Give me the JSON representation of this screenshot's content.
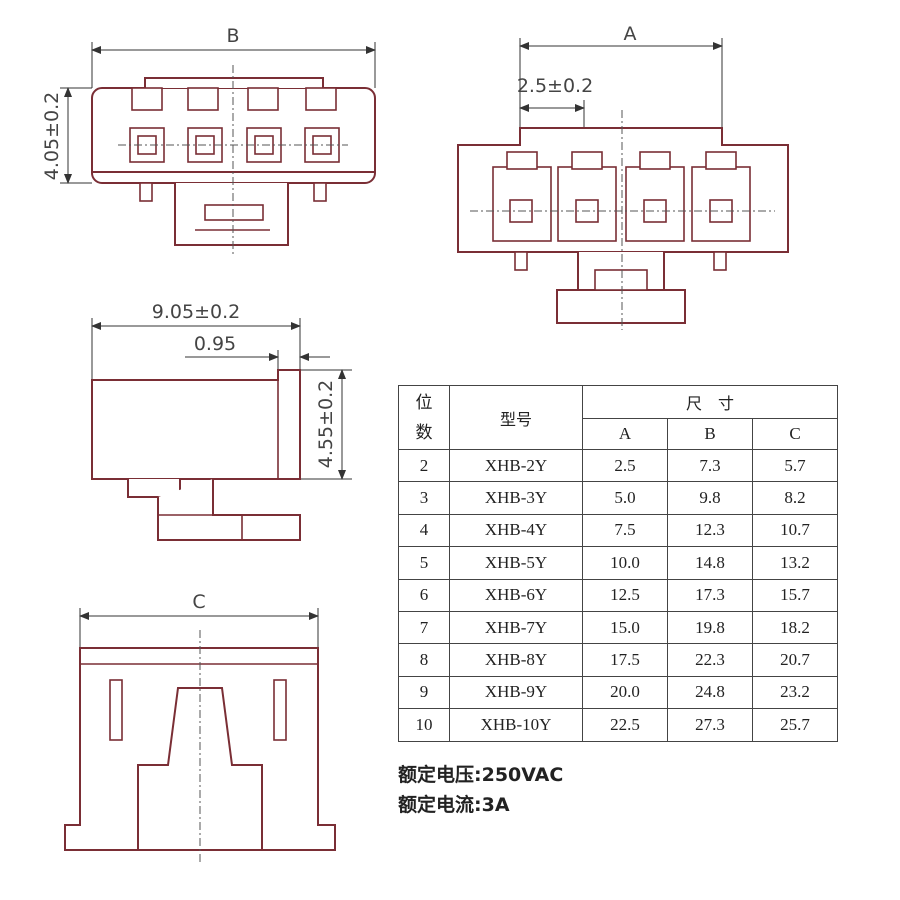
{
  "top_view": {
    "dim_b": "B",
    "dim_height": "4.05±0.2"
  },
  "front_view": {
    "dim_a": "A",
    "dim_pitch": "2.5±0.2"
  },
  "side_view": {
    "dim_depth": "9.05±0.2",
    "dim_offset": "0.95",
    "dim_height": "4.55±0.2"
  },
  "bottom_view": {
    "dim_c": "C"
  },
  "table": {
    "header_pins": [
      "位",
      "数"
    ],
    "header_model": "型号",
    "header_dimensions": "尺　寸",
    "header_cols": [
      "A",
      "B",
      "C"
    ],
    "rows": [
      {
        "pins": "2",
        "model": "XHB-2Y",
        "a": "2.5",
        "b": "7.3",
        "c": "5.7"
      },
      {
        "pins": "3",
        "model": "XHB-3Y",
        "a": "5.0",
        "b": "9.8",
        "c": "8.2"
      },
      {
        "pins": "4",
        "model": "XHB-4Y",
        "a": "7.5",
        "b": "12.3",
        "c": "10.7"
      },
      {
        "pins": "5",
        "model": "XHB-5Y",
        "a": "10.0",
        "b": "14.8",
        "c": "13.2"
      },
      {
        "pins": "6",
        "model": "XHB-6Y",
        "a": "12.5",
        "b": "17.3",
        "c": "15.7"
      },
      {
        "pins": "7",
        "model": "XHB-7Y",
        "a": "15.0",
        "b": "19.8",
        "c": "18.2"
      },
      {
        "pins": "8",
        "model": "XHB-8Y",
        "a": "17.5",
        "b": "22.3",
        "c": "20.7"
      },
      {
        "pins": "9",
        "model": "XHB-9Y",
        "a": "20.0",
        "b": "24.8",
        "c": "23.2"
      },
      {
        "pins": "10",
        "model": "XHB-10Y",
        "a": "22.5",
        "b": "27.3",
        "c": "25.7"
      }
    ]
  },
  "ratings": {
    "voltage": "额定电压:250VAC",
    "current": "额定电流:3A"
  },
  "colors": {
    "outline": "#7a2e35",
    "dimension_line": "#333333"
  }
}
